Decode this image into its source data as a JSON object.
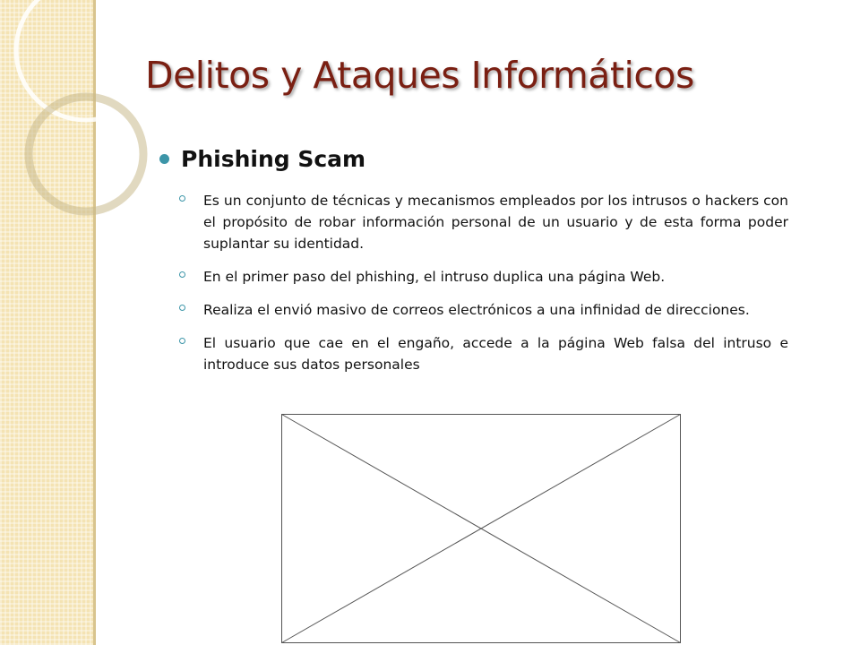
{
  "slide": {
    "title": "Delitos y Ataques Informáticos",
    "section_heading": "Phishing Scam",
    "points": [
      "Es un conjunto de técnicas y mecanismos empleados por los intrusos o hackers con el propósito de robar información personal de un usuario y de esta forma poder suplantar su identidad.",
      "En el primer paso del phishing, el intruso duplica una página Web.",
      "Realiza el envió masivo de correos electrónicos a una infinidad de direcciones.",
      "El usuario que cae en el engaño, accede a la página Web falsa del intruso e introduce sus datos personales"
    ]
  },
  "colors": {
    "title": "#7a1f12",
    "bullet": "#3c95a8",
    "side_band": "#f4e3b3"
  },
  "icons": {
    "primary_bullet": "filled-circle-bullet-icon",
    "secondary_bullet": "hollow-circle-bullet-icon",
    "image_placeholder": "broken-image-placeholder-icon"
  }
}
